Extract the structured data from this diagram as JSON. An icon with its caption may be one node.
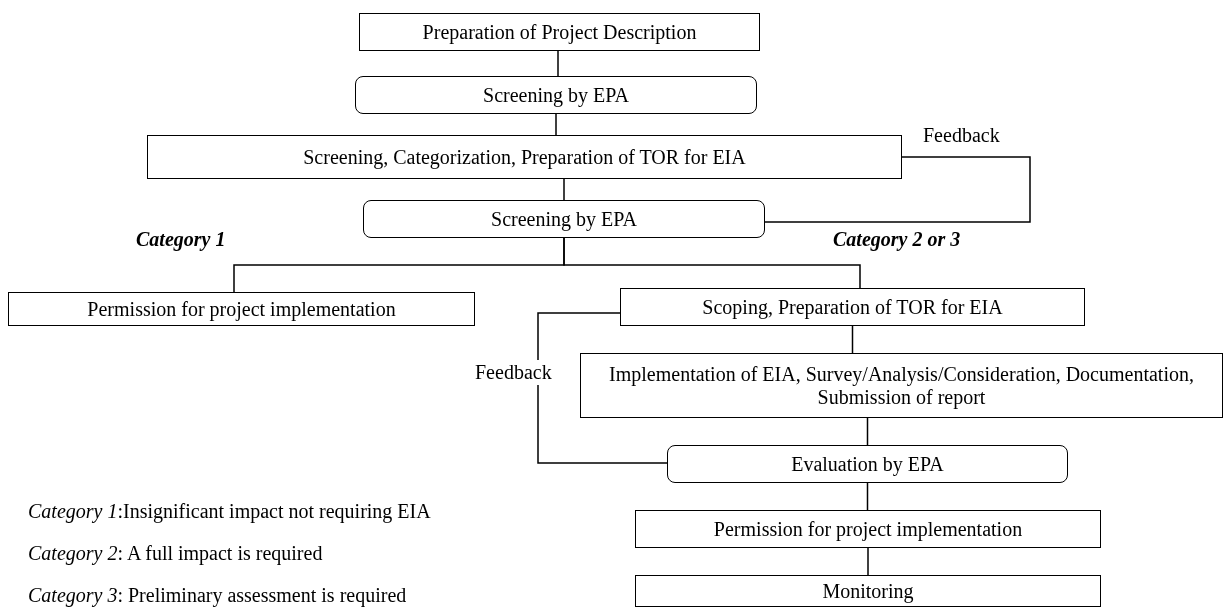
{
  "diagram": {
    "nodes": [
      {
        "text": [
          "Preparation of Project Description"
        ]
      },
      {
        "text": [
          "Screening by EPA"
        ]
      },
      {
        "text": [
          "Screening, Categorization, Preparation of TOR for EIA"
        ]
      },
      {
        "text": [
          "Screening by EPA"
        ]
      },
      {
        "text": [
          "Permission for project implementation"
        ]
      },
      {
        "text": [
          "Scoping, Preparation of TOR for EIA"
        ]
      },
      {
        "text": [
          "Implementation of EIA, Survey/Analysis/Consideration, Documentation, Submission of report"
        ]
      },
      {
        "text": [
          "Evaluation by EPA"
        ]
      },
      {
        "text": [
          "Permission for project implementation"
        ]
      },
      {
        "text": [
          "Monitoring"
        ]
      }
    ],
    "edges": [
      {
        "from": 0,
        "to": 1,
        "arrow": "none"
      },
      {
        "from": 1,
        "to": 2,
        "arrow": "none"
      },
      {
        "from": 2,
        "to": 3,
        "arrow": "none"
      },
      {
        "from": 3,
        "to": 2,
        "arrow": "none",
        "label": "Feedback"
      },
      {
        "from": 3,
        "to": 4,
        "arrow": "none"
      },
      {
        "from": 3,
        "to": 5,
        "arrow": "none"
      },
      {
        "from": 5,
        "to": 6,
        "arrow": "none"
      },
      {
        "from": 6,
        "to": 7,
        "arrow": "none"
      },
      {
        "from": 7,
        "to": 5,
        "arrow": "none",
        "label": "Feedback"
      },
      {
        "from": 7,
        "to": 8,
        "arrow": "none"
      },
      {
        "from": 8,
        "to": 9,
        "arrow": "none"
      }
    ],
    "labels": [
      "Category 1",
      "Category 2 or 3",
      "*Category 1*:Insignificant impact not requiring EIA",
      "*Category 2*: A full impact is required",
      "*Category 3*: Preliminary assessment is required"
    ]
  }
}
